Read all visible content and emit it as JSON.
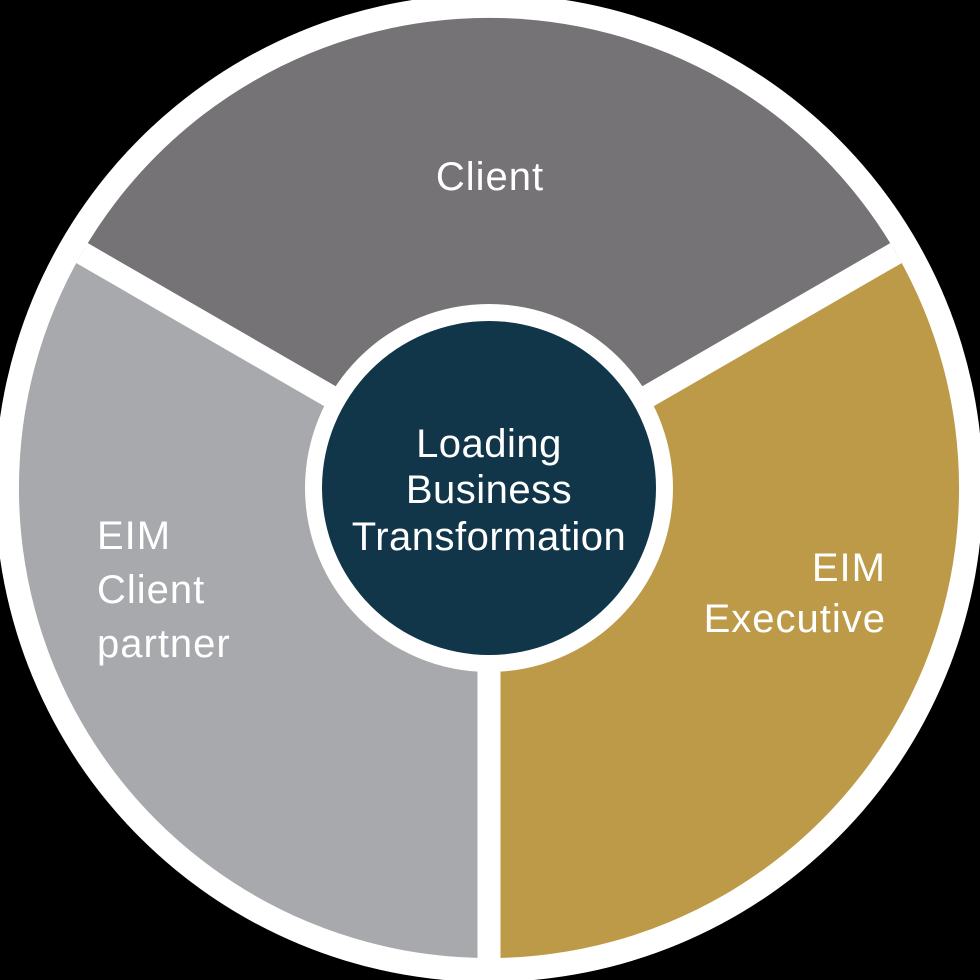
{
  "diagram": {
    "type": "pie-role-diagram",
    "background_color": "#000000",
    "separator_color": "#ffffff",
    "outer_ring_color": "#ffffff",
    "center": {
      "label_lines": [
        "Loading",
        "Business",
        "Transformation"
      ],
      "fill_color": "#113649",
      "ring_color": "#ffffff",
      "text_color": "#ffffff"
    },
    "segments": [
      {
        "id": "client",
        "label_lines": [
          "Client"
        ],
        "color": "#757375",
        "position": "top"
      },
      {
        "id": "eim-client-partner",
        "label_lines": [
          "EIM",
          "Client",
          "partner"
        ],
        "color": "#a8a9ac",
        "position": "left"
      },
      {
        "id": "eim-executive",
        "label_lines": [
          "EIM",
          "Executive"
        ],
        "color": "#bc9a48",
        "position": "right"
      }
    ]
  }
}
